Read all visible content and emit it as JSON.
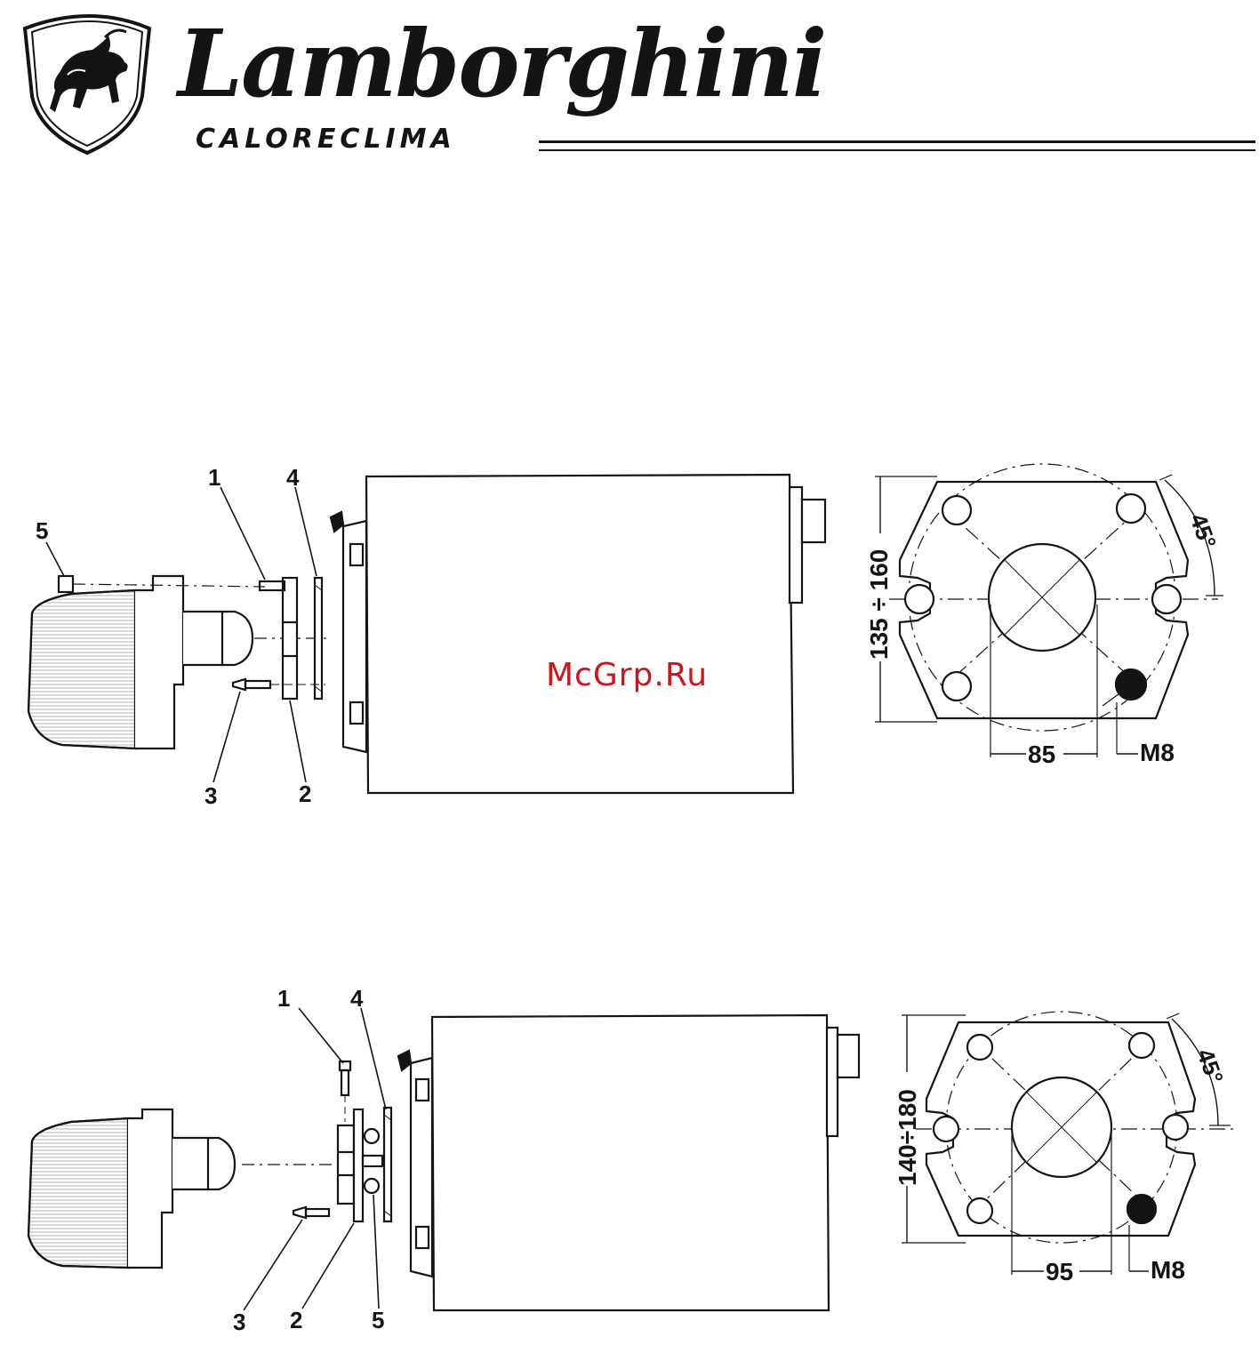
{
  "brand": {
    "name": "Lamborghini",
    "subtitle": "CALORECLIMA",
    "logo_icon": "bull-shield-icon"
  },
  "watermark": "McGrp.Ru",
  "figure_top": {
    "callouts": [
      "1",
      "4",
      "5",
      "3",
      "2"
    ],
    "dimensions": {
      "height_range": "135 ÷ 160",
      "width": "85",
      "thread": "M8",
      "angle": "45°"
    }
  },
  "figure_bottom": {
    "callouts": [
      "1",
      "4",
      "3",
      "2",
      "5"
    ],
    "dimensions": {
      "height_range": "140÷180",
      "width": "95",
      "thread": "M8",
      "angle": "45°"
    }
  },
  "colors": {
    "ink": "#141414",
    "watermark": "#d0141c",
    "background": "#ffffff"
  }
}
